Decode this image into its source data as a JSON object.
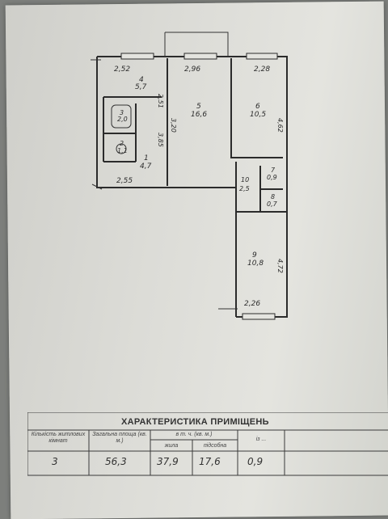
{
  "plan": {
    "dimensions": {
      "top_left": "2,52",
      "top_mid": "2,96",
      "top_right": "2,28",
      "bottom_left": "2,55",
      "bottom_right": "2,26",
      "v_kitchen": "2,51",
      "v_hall_a": "3,85",
      "v_hall_b": "3,20",
      "v_room6": "4,62",
      "v_room9": "4,72"
    },
    "rooms": [
      {
        "num": "4",
        "area": "5,7"
      },
      {
        "num": "5",
        "area": "16,6"
      },
      {
        "num": "6",
        "area": "10,5"
      },
      {
        "num": "3",
        "area": "2,0"
      },
      {
        "num": "2",
        "area": "1,1"
      },
      {
        "num": "1",
        "area": "4,7"
      },
      {
        "num": "7",
        "area": "0,9"
      },
      {
        "num": "10",
        "area": "2,5"
      },
      {
        "num": "8",
        "area": "0,7"
      },
      {
        "num": "9",
        "area": "10,8"
      }
    ]
  },
  "table": {
    "title": "ХАРАКТЕРИСТИКА ПРИМІЩЕНЬ",
    "title_faint": "",
    "headers": {
      "rooms_count": "Кількість житлових кімнат",
      "total_area": "Загальна площа (кв. м.)",
      "incl": "в т. ч. (кв. м.)",
      "living": "жила",
      "auxiliary": "підсобна",
      "from": "із ..."
    },
    "values": {
      "rooms_count": "3",
      "total_area": "56,3",
      "living": "37,9",
      "auxiliary": "17,6",
      "from": "0,9"
    }
  }
}
